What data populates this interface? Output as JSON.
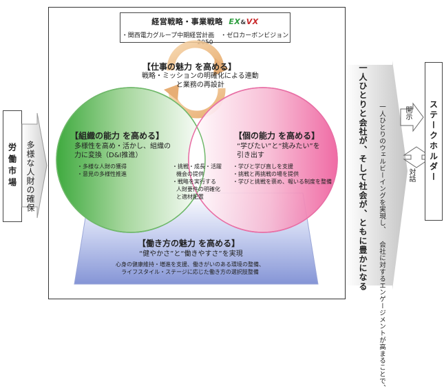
{
  "left": {
    "labor_market": "労働市場",
    "diverse_talent": "多様な人財の確保"
  },
  "strategy": {
    "title_prefix": "経営戦略・事業戦略",
    "ex": "EX",
    "amp": "&",
    "vx": "VX",
    "subtitle": "・関西電力グループ中期経営計画　・ゼロカーボンビジョン2050"
  },
  "job_appeal": {
    "title": "【仕事の魅力 を高める】",
    "line1": "戦略・ミッションの明確化による連動",
    "line2": "と業務の再設計"
  },
  "org_capability": {
    "title": "【組織の能力 を高める】",
    "line1": "多様性を高め・活かし、組織の",
    "line2": "力に変換（D&I推進）",
    "bullet1": "・多様な人財の獲得",
    "bullet2": "・意見の多様性推進"
  },
  "overlap": {
    "line1": "・挑戦・成長・活躍",
    "line2": "機会の提供",
    "line3": "・戦略を実行する",
    "line4": "人財要件の明確化",
    "line5": "と適材配置"
  },
  "individual_capability": {
    "title": "【個の能力 を高める】",
    "line1": "“学びたい”と“挑みたい”を",
    "line2": "引き出す",
    "bullet1": "・学びと学び直しを支援",
    "bullet2": "・挑戦と再挑戦の場を提供",
    "bullet3": "・学びと挑戦を褒め、報いる制度を整備"
  },
  "work_style": {
    "title": "【働き方の魅力 を高める】",
    "line1": "“健やかさ”と“働きやすさ”を実現",
    "line2": "心身の健康維持・増進を支援、働きがいのある環境の整備、",
    "line3": "ライフスタイル・ステージに応じた働き方の選択肢整備"
  },
  "right": {
    "main_col1": "一人ひとりと会社が、",
    "main_col2": "そして社会が、",
    "main_col3": "ともに豊かになる",
    "sub_col1": "一人ひとりのウェルビーイングを実現し、",
    "sub_col2": "会社に対するエンゲージメントが高まることで、",
    "disclosure": "開示",
    "dialogue": "対話",
    "stakeholder": "ステークホルダー"
  },
  "colors": {
    "green": "#5dbb5a",
    "pink": "#f06ba5",
    "blue": "#8fa0db",
    "arrow_gray": "#b8b8b8"
  }
}
